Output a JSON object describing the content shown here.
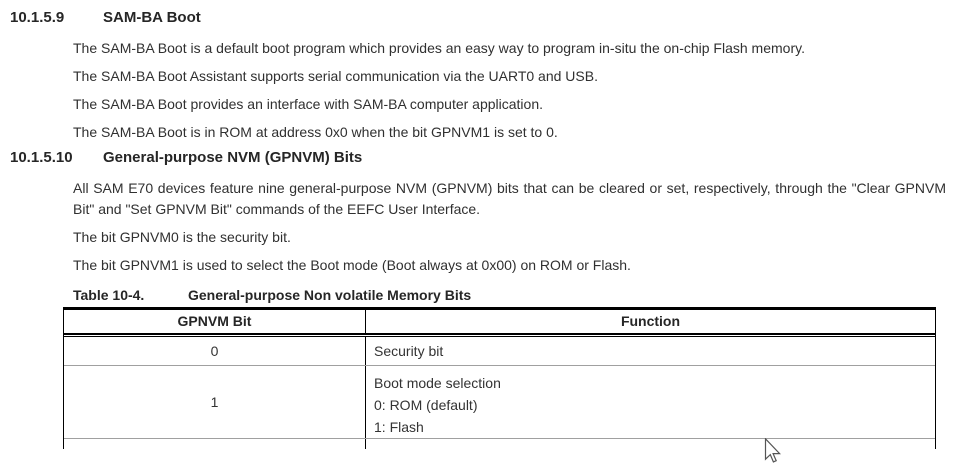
{
  "colors": {
    "background": "#ffffff",
    "text": "#303030",
    "table_frame": "#000000",
    "table_row_divider": "#a0a0a0"
  },
  "document": {
    "sections": [
      {
        "number": "10.1.5.9",
        "title": "SAM-BA Boot",
        "paragraphs": [
          "The SAM-BA Boot is a default boot program which provides an easy way to program in-situ the on-chip Flash memory.",
          "The SAM-BA Boot Assistant supports serial communication via the UART0 and USB.",
          "The SAM-BA Boot provides an interface with SAM-BA computer application.",
          "The SAM-BA Boot is in ROM at address 0x0 when the bit GPNVM1 is set to 0."
        ]
      },
      {
        "number": "10.1.5.10",
        "title": "General-purpose NVM (GPNVM) Bits",
        "paragraphs": [
          "All SAM E70 devices feature nine general-purpose NVM (GPNVM) bits that can be cleared or set, respectively, through the \"Clear GPNVM Bit\" and \"Set GPNVM Bit\" commands of the EEFC User Interface.",
          "The bit GPNVM0 is the security bit.",
          "The bit GPNVM1 is used to select the Boot mode (Boot always at 0x00) on ROM or Flash."
        ]
      }
    ],
    "table": {
      "caption_label": "Table 10-4.",
      "caption_title": "General-purpose Non volatile Memory Bits",
      "headers": [
        "GPNVM Bit",
        "Function"
      ],
      "rows": [
        {
          "bit": "0",
          "function_lines": [
            "Security bit"
          ]
        },
        {
          "bit": "1",
          "function_lines": [
            "Boot mode selection",
            "0: ROM (default)",
            "1: Flash"
          ]
        }
      ]
    }
  }
}
